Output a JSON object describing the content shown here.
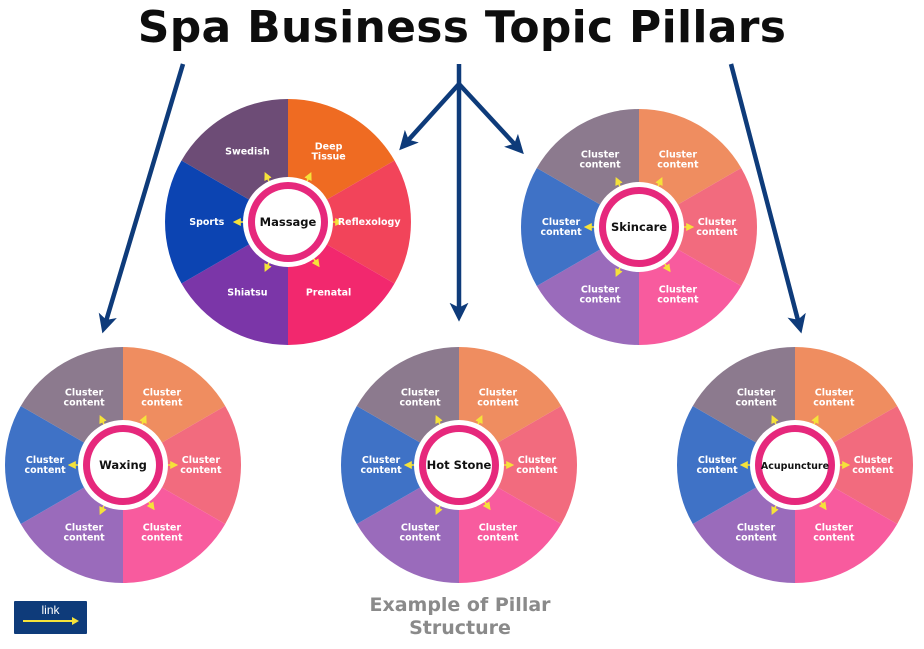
{
  "title": "Spa Business Topic Pillars",
  "caption": [
    "Example of Pillar",
    "Structure"
  ],
  "link_label": "link",
  "colors": {
    "arrow": "#0e3b7a",
    "center_ring": "#e6287c",
    "spoke": "#f5e23a",
    "massage_segments": [
      "#ef6b22",
      "#f2445a",
      "#f2286e",
      "#7b36a8",
      "#0c44b2",
      "#6d4c76"
    ],
    "cluster_segments": [
      "#ef8d60",
      "#f26b7e",
      "#f85b9e",
      "#9a6bbb",
      "#3f72c6",
      "#8c7a8e"
    ]
  },
  "pillars": [
    {
      "center": "Massage",
      "labels": [
        "Deep\nTissue",
        "Reflexology",
        "Prenatal",
        "Shiatsu",
        "Sports",
        "Swedish"
      ]
    },
    {
      "center": "Skincare",
      "labels": [
        "Cluster\ncontent",
        "Cluster\ncontent",
        "Cluster\ncontent",
        "Cluster\ncontent",
        "Cluster\ncontent",
        "Cluster\ncontent"
      ]
    },
    {
      "center": "Waxing",
      "labels": [
        "Cluster\ncontent",
        "Cluster\ncontent",
        "Cluster\ncontent",
        "Cluster\ncontent",
        "Cluster\ncontent",
        "Cluster\ncontent"
      ]
    },
    {
      "center": "Hot Stone",
      "labels": [
        "Cluster\ncontent",
        "Cluster\ncontent",
        "Cluster\ncontent",
        "Cluster\ncontent",
        "Cluster\ncontent",
        "Cluster\ncontent"
      ]
    },
    {
      "center": "Acupuncture",
      "labels": [
        "Cluster\ncontent",
        "Cluster\ncontent",
        "Cluster\ncontent",
        "Cluster\ncontent",
        "Cluster\ncontent",
        "Cluster\ncontent"
      ]
    }
  ]
}
